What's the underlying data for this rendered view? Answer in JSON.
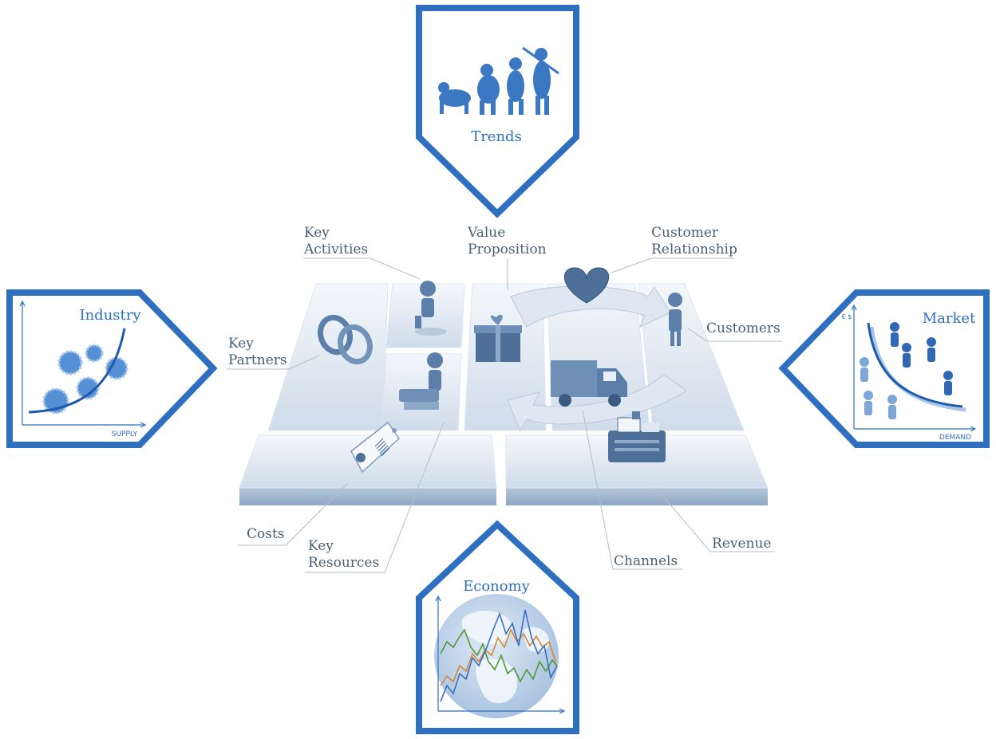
{
  "frames": {
    "trends": {
      "title": "Trends"
    },
    "industry": {
      "title": "Industry",
      "x_axis": "SUPPLY"
    },
    "market": {
      "title": "Market",
      "x_axis": "DEMAND",
      "y_axis": "€ $"
    },
    "economy": {
      "title": "Economy"
    }
  },
  "blocks": {
    "key_activities": "Key\nActivities",
    "value_proposition": "Value\nProposition",
    "customer_relationship": "Customer\nRelationship",
    "key_partners": "Key\nPartners",
    "customers": "Customers",
    "costs": "Costs",
    "key_resources": "Key\nResources",
    "channels": "Channels",
    "revenue": "Revenue"
  },
  "colors": {
    "frame": "#2e6fbf",
    "label_text": "#4a5e72",
    "board_light": "#e9eff6",
    "board_mid": "#c9d7e8",
    "board_dark": "#9eb3cc",
    "icon": "#5b7fa8",
    "economy_green": "#4f9a3a",
    "economy_orange": "#d08a3a",
    "economy_blue": "#3a6fc0"
  }
}
